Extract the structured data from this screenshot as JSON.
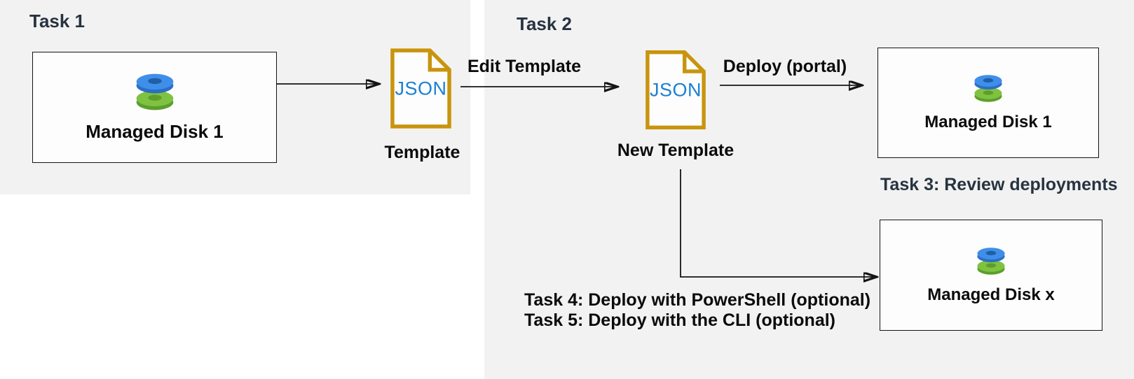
{
  "headings": {
    "task1": "Task 1",
    "task2": "Task 2"
  },
  "nodes": {
    "managed_disk_source": {
      "label": "Managed Disk 1"
    },
    "template_file": {
      "file_type": "JSON",
      "caption": "Template"
    },
    "new_template_file": {
      "file_type": "JSON",
      "caption": "New Template"
    },
    "managed_disk_deployed": {
      "label": "Managed Disk 1"
    },
    "managed_disk_x": {
      "label": "Managed Disk x"
    }
  },
  "arrow_labels": {
    "edit_template": "Edit Template",
    "deploy_portal": "Deploy (portal)"
  },
  "notes": {
    "task3": "Task 3: Review deployments",
    "task4": "Task 4: Deploy with PowerShell (optional)",
    "task5": "Task 5: Deploy with the CLI (optional)"
  },
  "icons": {
    "managed_disk": "stacked-disks-icon",
    "json_document": "json-file-icon",
    "arrows": "right-arrow-connector"
  },
  "colors": {
    "panel_background": "#F2F2F2",
    "task_heading_text": "#273340",
    "body_text": "#0B0B0B",
    "doc_outline_gold": "#C9940D",
    "json_text_blue": "#1B80D4",
    "disk_blue_top": "#3F8EE9",
    "disk_blue_side": "#2B6FC4",
    "disk_blue_hole": "#1E5FA5",
    "disk_green_top": "#7FC241",
    "disk_green_side": "#5C9E2B",
    "disk_green_hole": "#5E9D2B",
    "connector_black": "#141414",
    "box_fill": "#FDFDFD"
  }
}
